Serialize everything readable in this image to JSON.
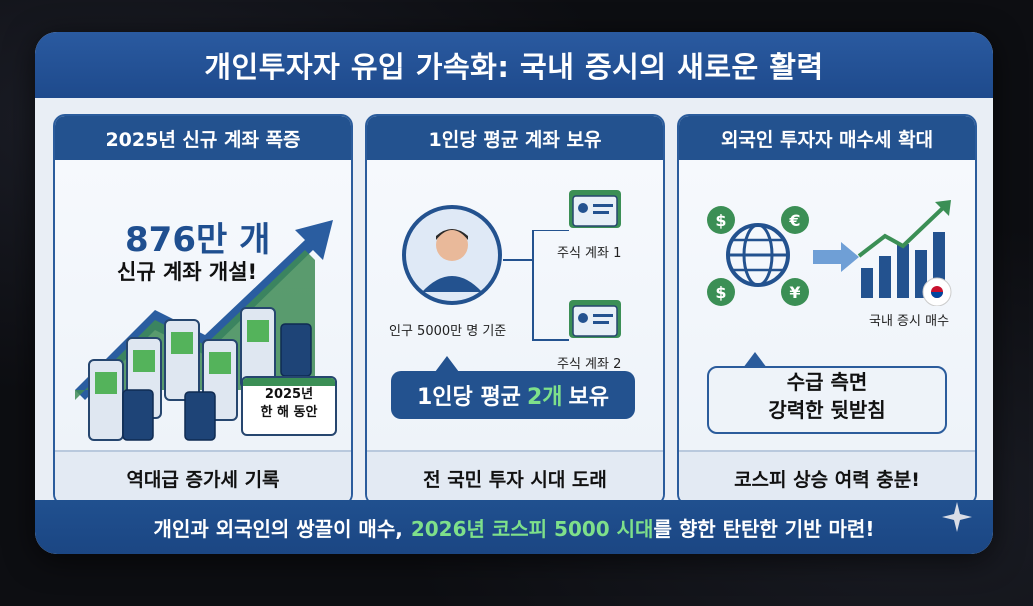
{
  "header": {
    "title": "개인투자자 유입 가속화: 국내 증시의 새로운 활력"
  },
  "panels": [
    {
      "title": "2025년 신규 계좌 폭증",
      "big_number": "876만 개",
      "big_caption": "신규 계좌 개설!",
      "calendar_label_1": "2025년",
      "calendar_label_2": "한 해 동안",
      "footer": "역대급 증가세 기록"
    },
    {
      "title": "1인당 평균 계좌 보유",
      "person_caption": "인구 5000만 명 기준",
      "account_1": "주식 계좌 1",
      "account_2": "주식 계좌 2",
      "pill_prefix": "1인당 평균",
      "pill_value": "2개",
      "pill_suffix": "보유",
      "footer": "전 국민 투자 시대 도래"
    },
    {
      "title": "외국인 투자자 매수세 확대",
      "chart_caption": "국내 증시 매수",
      "bubble_line_1": "수급 측면",
      "bubble_line_2": "강력한 뒷받침",
      "footer": "코스피 상승 여력 충분!"
    }
  ],
  "footer": {
    "prefix": "개인과 외국인의 쌍끌이 매수,",
    "highlight": "2026년 코스피 5000 시대",
    "suffix": "를 향한 탄탄한 기반 마련!"
  },
  "colors": {
    "navy": "#23528f",
    "green": "#4caf50",
    "highlight": "#7ee08a"
  },
  "icons": [
    "arrow-up-icon",
    "phone-icon",
    "wallet-icon",
    "calendar-icon",
    "person-icon",
    "id-card-icon",
    "globe-icon",
    "currency-icon",
    "bar-chart-icon",
    "korea-flag-icon",
    "sparkle-icon"
  ]
}
